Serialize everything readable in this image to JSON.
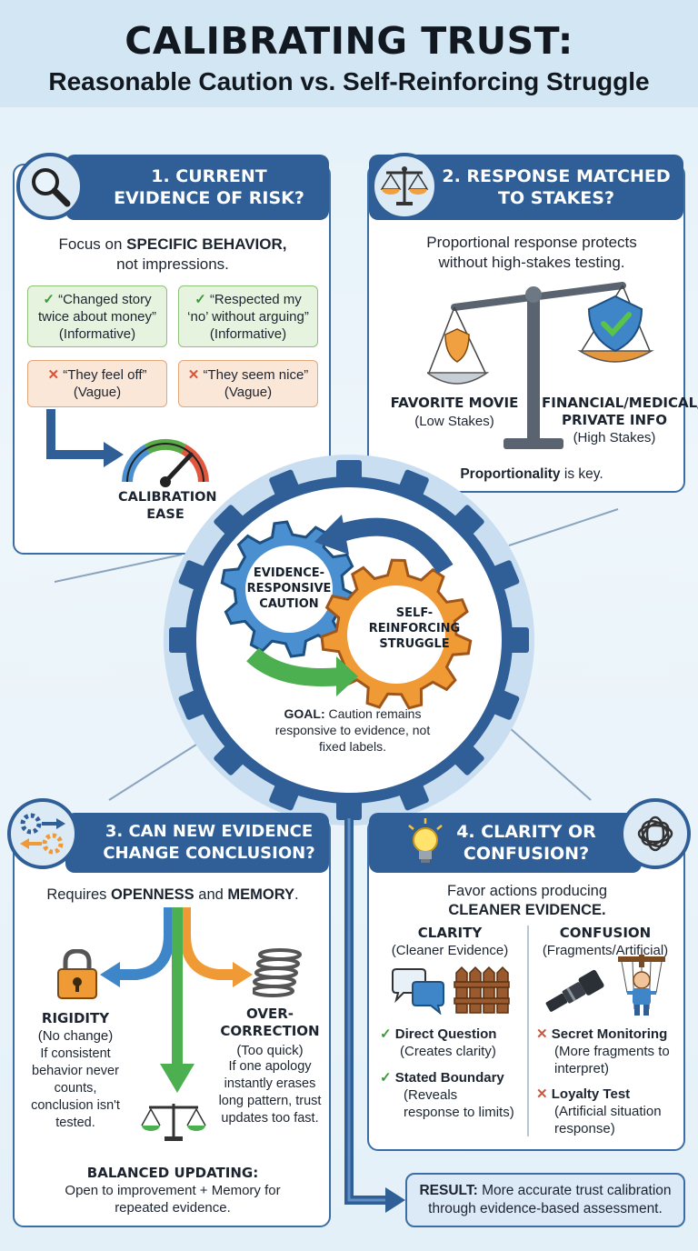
{
  "header": {
    "title": "CALIBRATING TRUST:",
    "subtitle": "Reasonable Caution vs. Self-Reinforcing Struggle"
  },
  "q1": {
    "heading": "1. CURRENT EVIDENCE OF RISK?",
    "intro_a": "Focus on",
    "intro_b": "SPECIFIC BEHAVIOR,",
    "intro_c": "not impressions.",
    "chips": [
      {
        "text": "“Changed story twice about money”",
        "note": "(Informative)"
      },
      {
        "text": "“Respected my ‘no’ without arguing”",
        "note": "(Informative)"
      },
      {
        "text": "“They feel off”",
        "note": "(Vague)"
      },
      {
        "text": "“They seem nice”",
        "note": "(Vague)"
      }
    ],
    "gauge_label": "CALIBRATION EASE"
  },
  "q2": {
    "heading": "2. RESPONSE MATCHED TO STAKES?",
    "intro": "Proportional response protects without high-stakes testing.",
    "left_label": "FAVORITE MOVIE",
    "left_sub": "(Low Stakes)",
    "right_label": "FINANCIAL/MEDICAL/ PRIVATE INFO",
    "right_sub": "(High Stakes)",
    "key_a": "Proportionality",
    "key_b": "is key."
  },
  "hub": {
    "gear_left": "EVIDENCE-RESPONSIVE CAUTION",
    "gear_right": "SELF-REINFORCING STRUGGLE",
    "goal_label": "GOAL:",
    "goal_text": "Caution remains responsive to evidence, not fixed labels."
  },
  "q3": {
    "heading": "3. CAN NEW EVIDENCE CHANGE CONCLUSION?",
    "intro_a": "Requires",
    "intro_b": "OPENNESS",
    "intro_c": "and",
    "intro_d": "MEMORY",
    "intro_e": ".",
    "left_title": "RIGIDITY",
    "left_sub": "(No change)",
    "left_desc": "If consistent behavior never counts, conclusion isn't tested.",
    "right_title": "OVER-CORRECTION",
    "right_sub": "(Too quick)",
    "right_desc": "If one apology instantly erases long pattern, trust updates too fast.",
    "bottom_title": "BALANCED UPDATING:",
    "bottom_desc": "Open to improvement + Memory for repeated evidence."
  },
  "q4": {
    "heading": "4. CLARITY OR CONFUSION?",
    "intro_a": "Favor actions producing",
    "intro_b": "CLEANER EVIDENCE.",
    "clarity_title": "CLARITY",
    "clarity_sub": "(Cleaner Evidence)",
    "confusion_title": "CONFUSION",
    "confusion_sub": "(Fragments/Artificial)",
    "clarity_items": [
      {
        "title": "Direct Question",
        "desc": "(Creates clarity)"
      },
      {
        "title": "Stated Boundary",
        "desc": "(Reveals response to limits)"
      }
    ],
    "confusion_items": [
      {
        "title": "Secret Monitoring",
        "desc": "(More fragments to interpret)"
      },
      {
        "title": "Loyalty Test",
        "desc": "(Artificial situation response)"
      }
    ]
  },
  "result": {
    "label": "RESULT:",
    "text": "More accurate trust calibration through evidence-based assessment."
  },
  "icons": [
    "magnifier-icon",
    "scale-icon",
    "gears-arrows-icon",
    "lightbulb-icon",
    "tangle-icon",
    "gauge-icon",
    "lock-icon",
    "spring-icon",
    "chat-icon",
    "fence-icon",
    "spyglass-icon",
    "puppet-icon",
    "check-icon",
    "cross-icon"
  ],
  "colors": {
    "navy": "#2f5f96",
    "blue_gear": "#4a8fd0",
    "orange_gear": "#f09a35",
    "green": "#3a9a3a",
    "red": "#d4553a"
  }
}
